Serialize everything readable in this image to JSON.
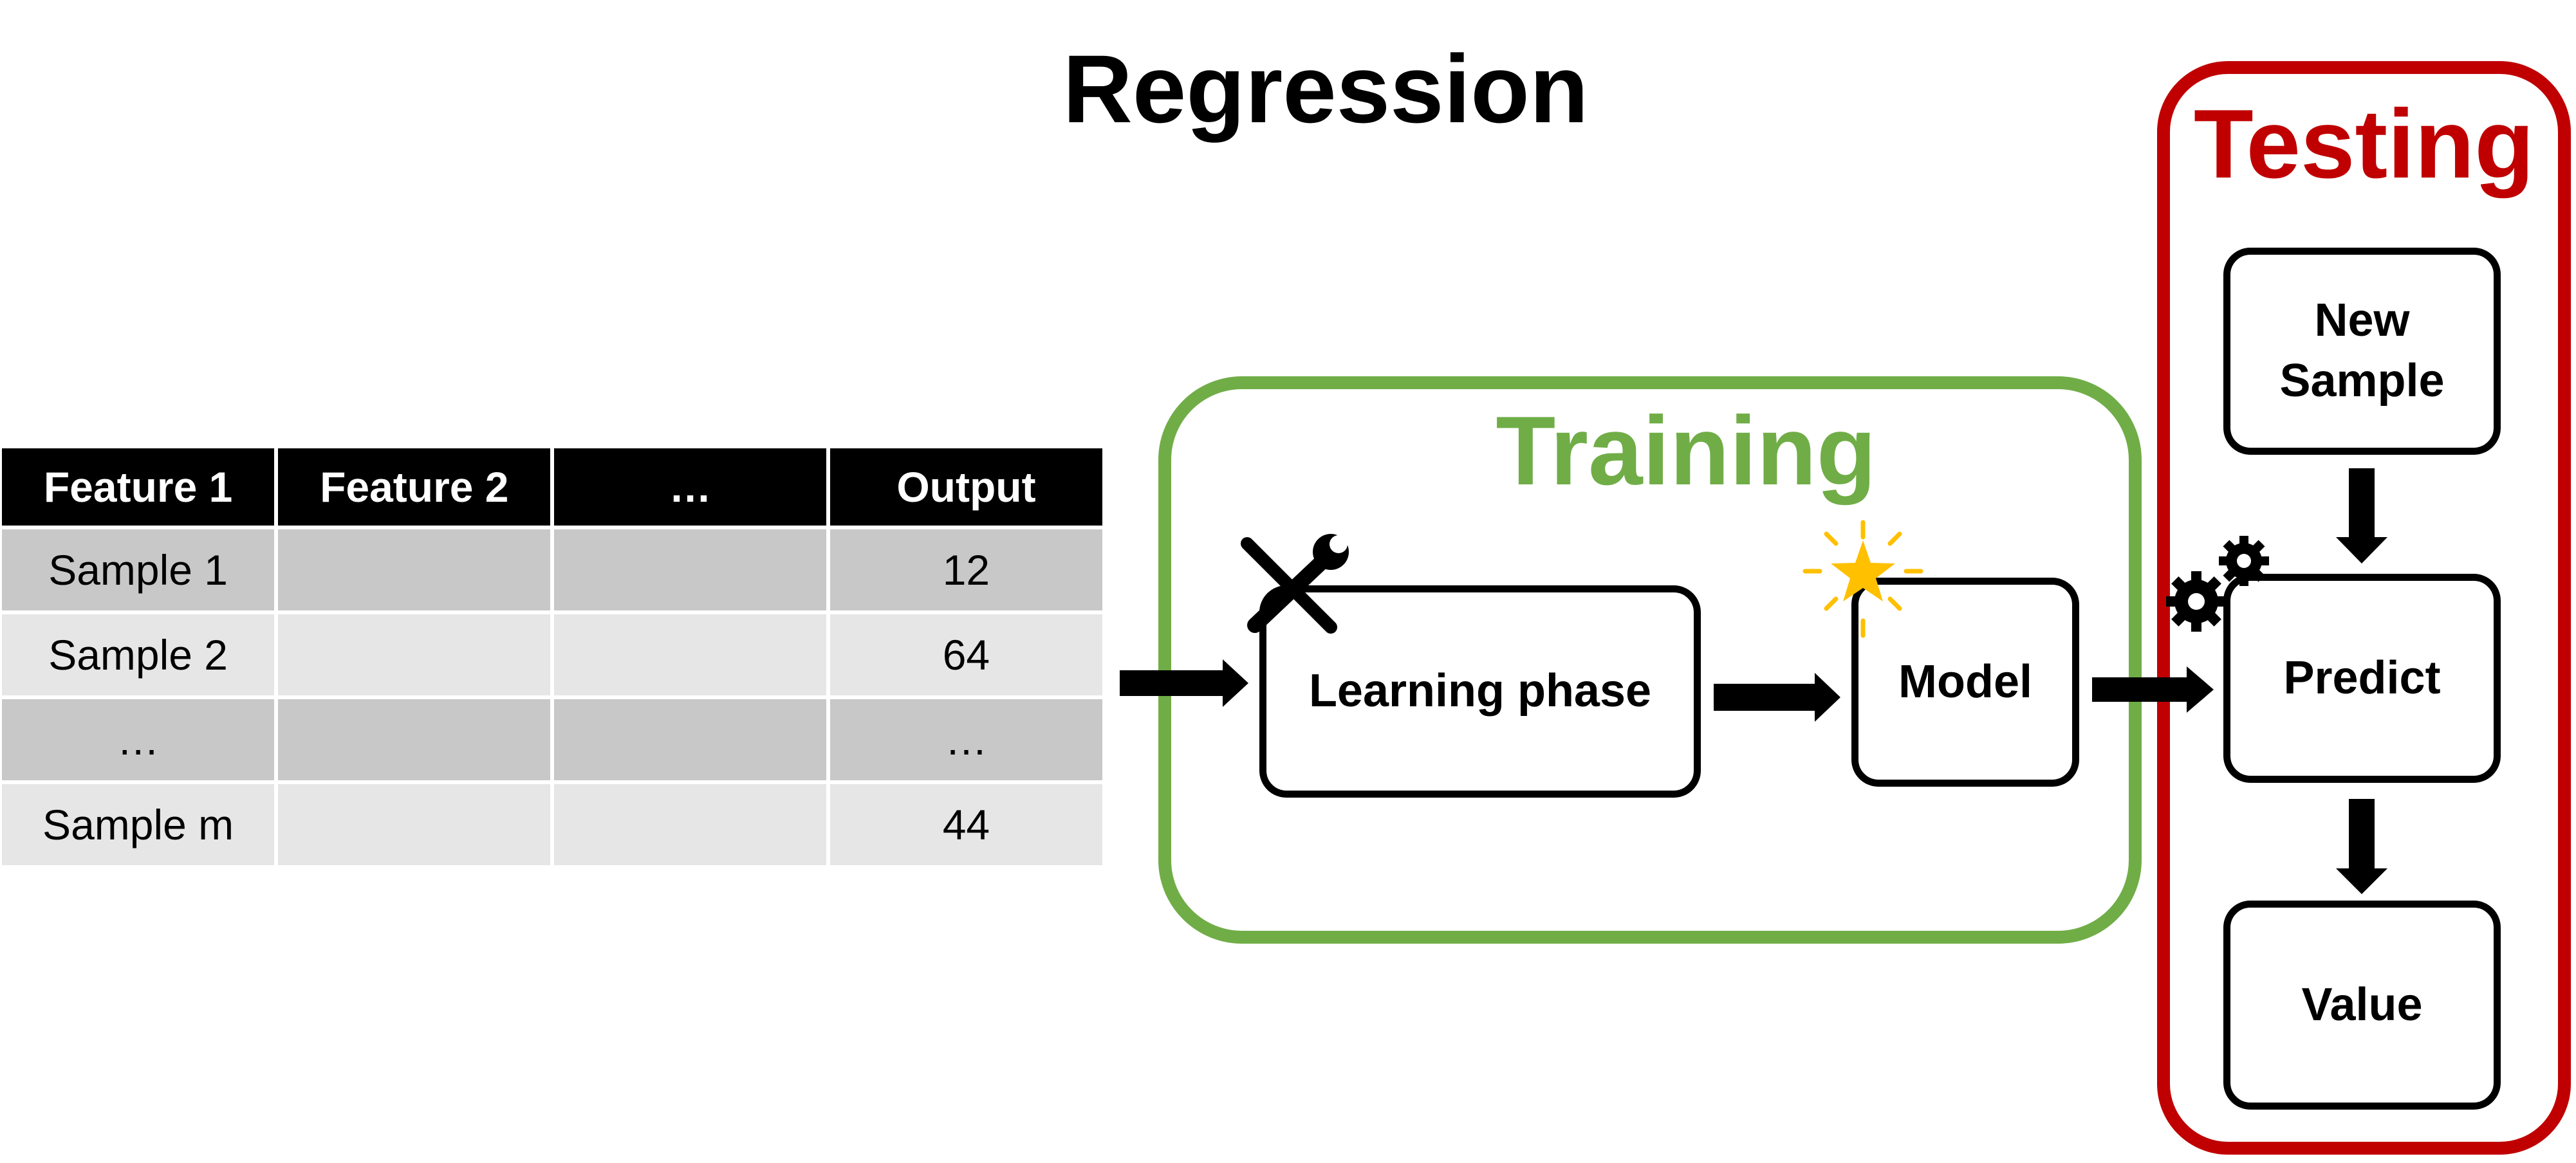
{
  "title": "Regression",
  "table": {
    "headers": [
      "Feature 1",
      "Feature 2",
      "…",
      "Output"
    ],
    "rows": [
      [
        "Sample 1",
        "",
        "",
        "12"
      ],
      [
        "Sample 2",
        "",
        "",
        "64"
      ],
      [
        "…",
        "",
        "",
        "…"
      ],
      [
        "Sample m",
        "",
        "",
        "44"
      ]
    ]
  },
  "training": {
    "label": "Training",
    "color": "#70ad47",
    "learning_phase": "Learning phase",
    "model": "Model"
  },
  "testing": {
    "label": "Testing",
    "color": "#c00000",
    "new_sample": "New Sample",
    "predict": "Predict",
    "value": "Value"
  },
  "icons": {
    "tools": "wrench-screwdriver-icon",
    "star": "star-icon",
    "gears": "gears-icon"
  },
  "colors": {
    "header_bg": "#000000",
    "row_dark": "#c8c8c8",
    "row_light": "#e6e6e6",
    "star": "#ffc000"
  }
}
